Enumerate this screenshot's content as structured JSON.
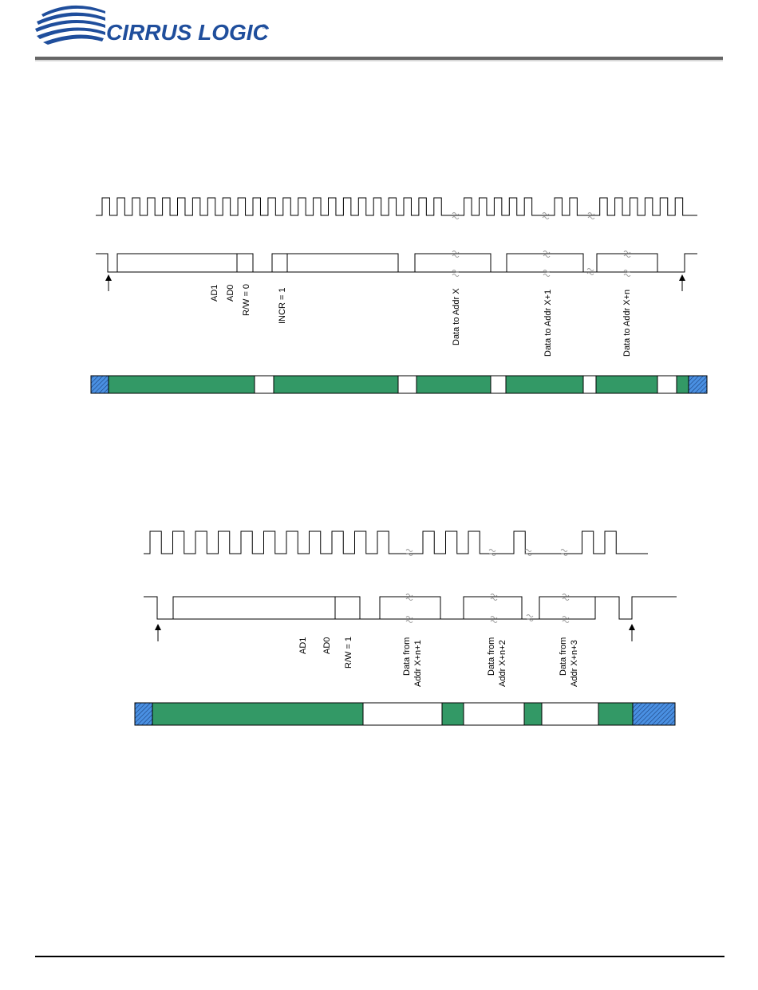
{
  "header": {
    "logo_text": "CIRRUS LOGIC",
    "registered_mark": "®"
  },
  "colors": {
    "brand_blue": "#1f4e9c",
    "rule_gray": "#666666",
    "data_green": "#339966",
    "hatch_blue": "#4a90e2",
    "line_black": "#000000"
  },
  "write_diagram": {
    "labels": {
      "ad1": "AD1",
      "ad0": "AD0",
      "rw": "R/W = 0",
      "incr": "INCR = 1",
      "data_x": "Data to Addr X",
      "data_x1": "Data to Addr X+1",
      "data_xn": "Data to Addr X+n"
    }
  },
  "read_diagram": {
    "labels": {
      "ad1": "AD1",
      "ad0": "AD0",
      "rw": "R/W = 1",
      "d1_line1": "Data from",
      "d1_line2": "Addr X+n+1",
      "d2_line1": "Data from",
      "d2_line2": "Addr X+n+2",
      "d3_line1": "Data from",
      "d3_line2": "Addr X+n+3"
    }
  }
}
